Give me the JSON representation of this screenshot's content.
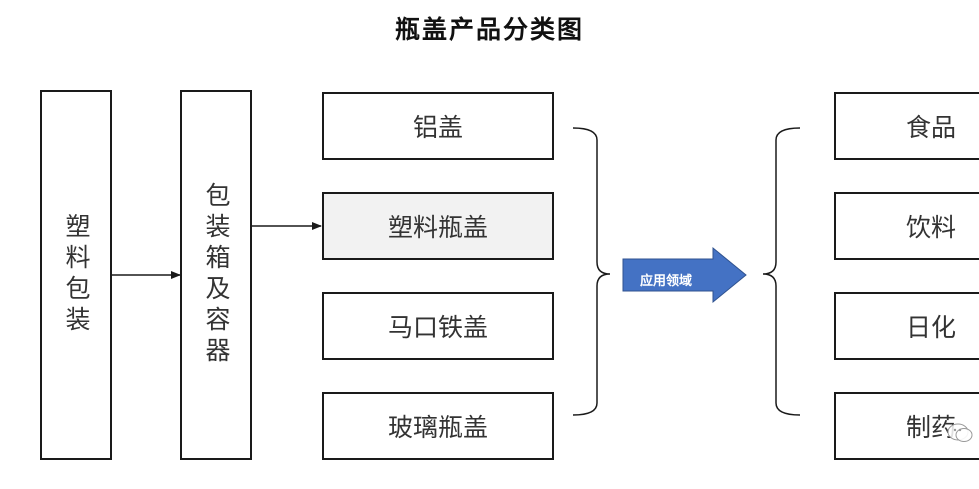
{
  "title": "瓶盖产品分类图",
  "level1": {
    "label": "塑料包装"
  },
  "level2": {
    "label": "包装箱及容器"
  },
  "caps": [
    {
      "label": "铝盖",
      "highlighted": false
    },
    {
      "label": "塑料瓶盖",
      "highlighted": true
    },
    {
      "label": "马口铁盖",
      "highlighted": false
    },
    {
      "label": "玻璃瓶盖",
      "highlighted": false
    }
  ],
  "arrow": {
    "label": "应用领域",
    "color": "#4472C4"
  },
  "applications": [
    {
      "label": "食品"
    },
    {
      "label": "饮料"
    },
    {
      "label": "日化"
    },
    {
      "label": "制药"
    }
  ],
  "colors": {
    "border": "#1a1a1a",
    "highlight_fill": "#f2f2f2",
    "arrow_fill": "#4472C4"
  }
}
